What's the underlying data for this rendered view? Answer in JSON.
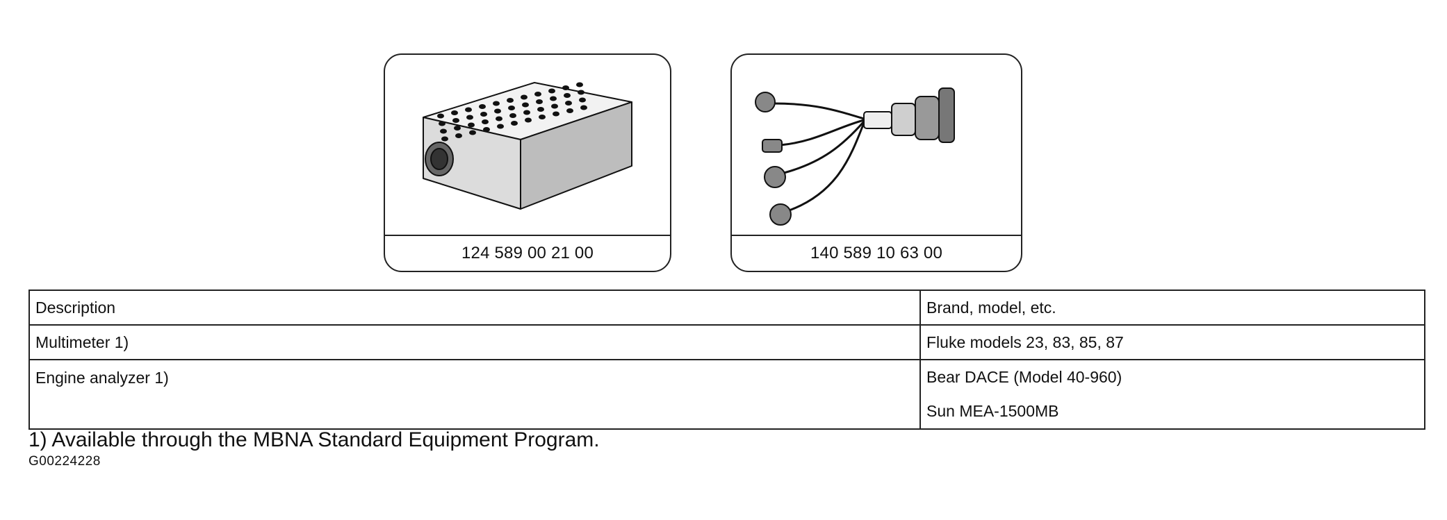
{
  "tools": [
    {
      "part_number": "124 589 00 21 00",
      "icon": "socket-box-icon"
    },
    {
      "part_number": "140 589 10 63 00",
      "icon": "adapter-cable-icon"
    }
  ],
  "table": {
    "headers": [
      "Description",
      "Brand, model, etc."
    ],
    "rows": [
      {
        "description": "Multimeter 1)",
        "brands": [
          "Fluke models 23, 83, 85, 87"
        ]
      },
      {
        "description": "Engine analyzer 1)",
        "brands": [
          "Bear DACE (Model 40-960)",
          "Sun MEA-1500MB"
        ]
      }
    ]
  },
  "footnote": "1) Available through the MBNA Standard Equipment Program.",
  "figure_code": "G00224228"
}
